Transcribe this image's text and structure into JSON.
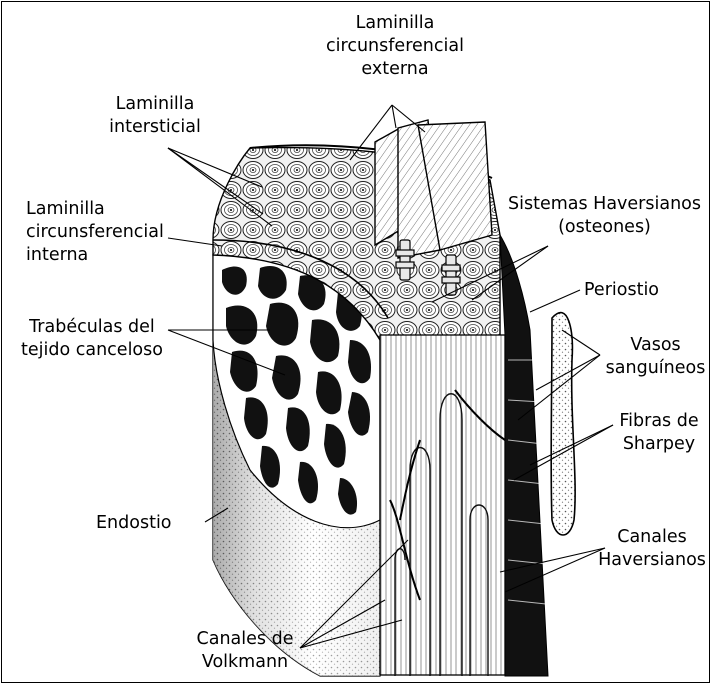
{
  "labels": {
    "ext_1": "Laminilla",
    "ext_2": "circunsferencial",
    "ext_3": "externa",
    "inters_1": "Laminilla",
    "inters_2": "intersticial",
    "int_1": "Laminilla",
    "int_2": "circunsferencial",
    "int_3": "interna",
    "trab_1": "Trabéculas del",
    "trab_2": "tejido canceloso",
    "endo": "Endostio",
    "volk_1": "Canales de",
    "volk_2": "Volkmann",
    "hav_1": "Sistemas Haversianos",
    "hav_2": "(osteones)",
    "perio": "Periostio",
    "vasos_1": "Vasos",
    "vasos_2": "sanguíneos",
    "sharp_1": "Fibras de",
    "sharp_2": "Sharpey",
    "canh_1": "Canales",
    "canh_2": "Haversianos"
  },
  "colors": {
    "ink": "#000000",
    "paper": "#ffffff",
    "shade": "#d9d9d9"
  }
}
